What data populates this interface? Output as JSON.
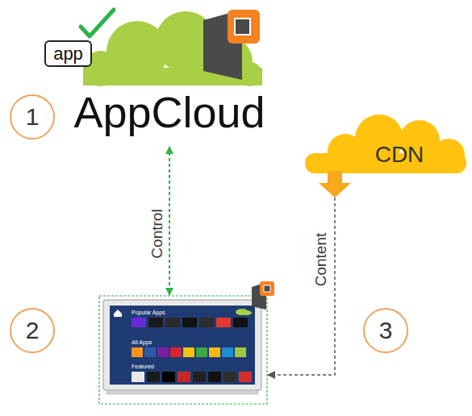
{
  "diagram": {
    "nodes": [
      {
        "text": [
          "AppCloud"
        ]
      },
      {
        "text": [
          "CDN"
        ]
      },
      {
        "text": [
          "Popular Apps",
          "All Apps",
          "Featured"
        ]
      }
    ],
    "edges": [
      {
        "from": 0,
        "to": 2,
        "label": "Control",
        "arrow": "both"
      },
      {
        "from": 1,
        "to": 2,
        "label": "Content",
        "arrow": "to"
      }
    ],
    "labels": [
      "1",
      "2",
      "3",
      "app"
    ]
  }
}
